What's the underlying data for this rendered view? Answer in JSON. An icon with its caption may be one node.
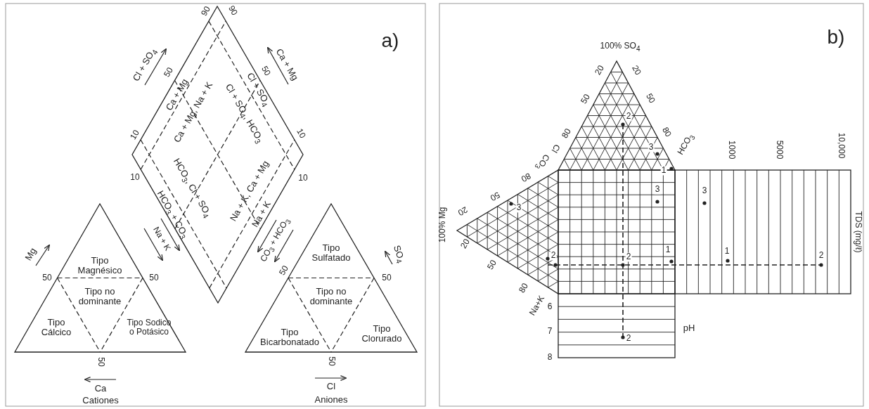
{
  "diagram": {
    "labels": [
      "a)",
      "90",
      "90",
      "Cl + SO$_{4}$",
      "50",
      "50",
      "Ca + Mg",
      "Ca + Mg",
      "Cl + SO$_{4}$",
      "Ca + Mg, Na + K",
      "Cl + SO$_{4}$, HCO$_{3}$",
      "10",
      "10",
      "10",
      "10",
      "HCO$_{3}$, Cl + SO$_{4}$",
      "HCO$_{3}$ + CO$_{3}$",
      "Na + K, Ca + Mg",
      "Na + K",
      "Na + K",
      "CO$_{3}$ + HCO$_{3}$",
      "Mg",
      "Tipo Magnésico",
      "Tipo Sulfatado",
      "SO$_{4}$",
      "50",
      "50",
      "50",
      "50",
      "Tipo no dominante",
      "Tipo no dominante",
      "Tipo Cálcico",
      "Tipo Sodico o Potásico",
      "Tipo Bicarbonatado",
      "Tipo Clorurado",
      "50",
      "50",
      "Ca",
      "Cl",
      "Cationes",
      "Aniones",
      "b)",
      "100% SO$_{4}$",
      "20",
      "20",
      "50",
      "50",
      "2",
      "80",
      "80",
      "3",
      "HCO$_{3}$",
      "1000",
      "5000",
      "10,000",
      "Cl",
      "CO$_{3}$",
      "1",
      "80",
      "3",
      "3",
      "50",
      "3",
      "20",
      "100% Mg",
      "TDS (mg/ℓ)",
      "20",
      "1",
      "1",
      "2",
      "2",
      "2",
      "50",
      "80",
      "Na+K",
      "6",
      "7",
      "pH",
      "2",
      "8"
    ]
  }
}
